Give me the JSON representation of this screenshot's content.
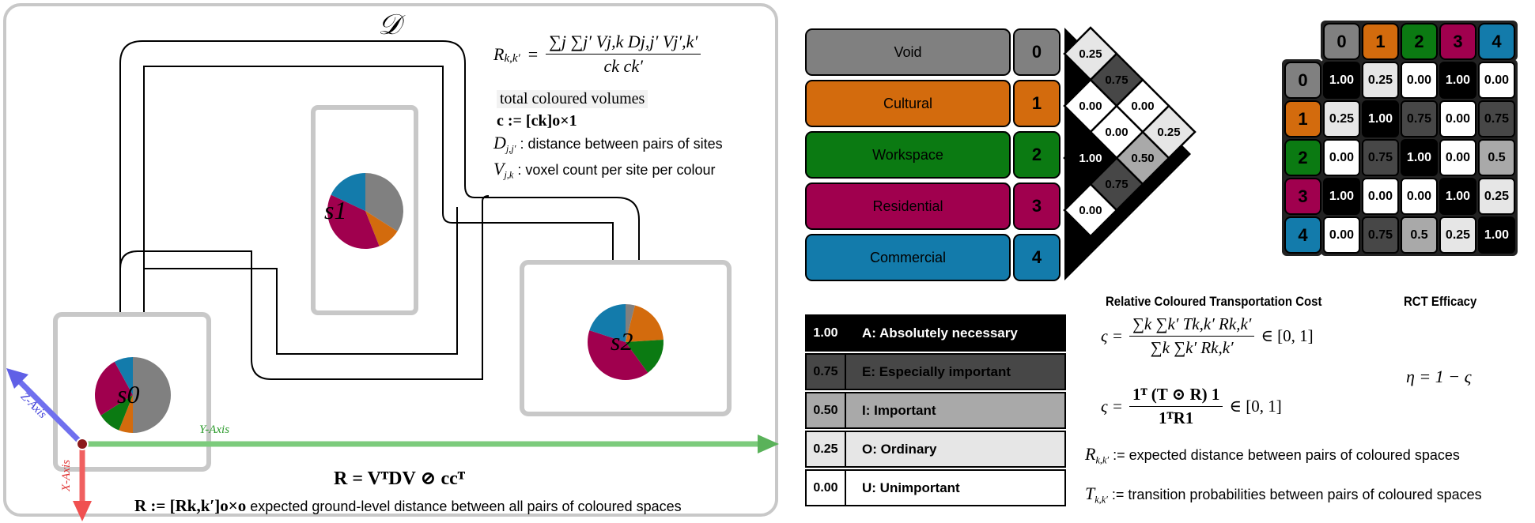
{
  "domain_symbol": "𝒟",
  "relation_formula": {
    "lhs": "R",
    "lhs_sub": "k,k′",
    "numerator": "∑j ∑j′ Vj,k Dj,j′ Vj′,k′",
    "denominator": "ck ck′"
  },
  "notes": {
    "total_volumes": "total coloured volumes",
    "c_def": "c := [ck]o×1",
    "D_sym": "D",
    "D_sub": "j,j′",
    "D_desc": ": distance between pairs of sites",
    "V_sym": "V",
    "V_sub": "j,k",
    "V_desc": ": voxel count per site per colour"
  },
  "sites": {
    "s0": {
      "label": "s0",
      "pie": [
        0.5,
        0.06,
        0.1,
        0.26,
        0.08
      ]
    },
    "s1": {
      "label": "s1",
      "pie": [
        0.34,
        0.1,
        0.0,
        0.38,
        0.18
      ]
    },
    "s2": {
      "label": "s2",
      "pie": [
        0.04,
        0.2,
        0.16,
        0.4,
        0.2
      ]
    }
  },
  "axes": {
    "x": "X-Axis",
    "y": "Y-Axis",
    "z": "Z-Axis"
  },
  "bottom_formula": "R = VᵀDV ⊘ ccᵀ",
  "bottom_def_sym": "R := [Rk,k′]o×o",
  "bottom_def_text": "expected ground-level distance between all pairs of coloured spaces",
  "colours": [
    {
      "index": "0",
      "name": "Void",
      "hex": "#808080"
    },
    {
      "index": "1",
      "name": "Cultural",
      "hex": "#d36b0d"
    },
    {
      "index": "2",
      "name": "Workspace",
      "hex": "#0b7a12"
    },
    {
      "index": "3",
      "name": "Residential",
      "hex": "#a0004e"
    },
    {
      "index": "4",
      "name": "Commercial",
      "hex": "#137bab"
    }
  ],
  "diamond_values": [
    "0.25",
    "0.00",
    "0.75",
    "1.00",
    "0.00",
    "0.00",
    "0.00",
    "0.75",
    "0.50",
    "0.25"
  ],
  "matrix": {
    "headers": [
      "0",
      "1",
      "2",
      "3",
      "4"
    ],
    "rows": [
      [
        "1.00",
        "0.25",
        "0.00",
        "1.00",
        "0.00"
      ],
      [
        "0.25",
        "1.00",
        "0.75",
        "0.00",
        "0.75"
      ],
      [
        "0.00",
        "0.75",
        "1.00",
        "0.00",
        "0.5"
      ],
      [
        "1.00",
        "0.00",
        "0.00",
        "1.00",
        "0.25"
      ],
      [
        "0.00",
        "0.75",
        "0.5",
        "0.25",
        "1.00"
      ]
    ]
  },
  "scale": [
    {
      "value": "1.00",
      "label": "A: Absolutely necessary",
      "bg": "#000000",
      "fg": "#ffffff"
    },
    {
      "value": "0.75",
      "label": "E: Especially important",
      "bg": "#474747",
      "fg": "#000000"
    },
    {
      "value": "0.50",
      "label": "I: Important",
      "bg": "#a9a9a9",
      "fg": "#000000"
    },
    {
      "value": "0.25",
      "label": "O: Ordinary",
      "bg": "#e6e6e6",
      "fg": "#000000"
    },
    {
      "value": "0.00",
      "label": "U: Unimportant",
      "bg": "#ffffff",
      "fg": "#000000"
    }
  ],
  "rct": {
    "title": "Relative Coloured Transportation Cost",
    "efficacy_title": "RCT Efficacy",
    "f1_lhs": "ς =",
    "f1_num": "∑k ∑k′ Tk,k′ Rk,k′",
    "f1_den": "∑k ∑k′ Rk,k′",
    "f1_rhs": "∈ [0, 1]",
    "f2_lhs": "ς =",
    "f2_num": "1ᵀ (T ⊙ R) 1",
    "f2_den": "1ᵀR1",
    "f2_rhs": "∈ [0, 1]",
    "efficacy": "η = 1 − ς",
    "R_sym": "R",
    "R_sub": "k,k′",
    "R_desc": ":= expected distance between pairs of coloured spaces",
    "T_sym": "T",
    "T_sub": "k,k′",
    "T_desc": ":= transition probabilities between pairs of coloured spaces"
  }
}
